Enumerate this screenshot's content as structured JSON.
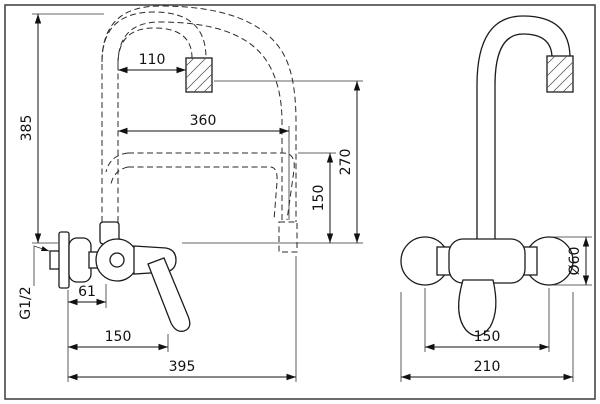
{
  "drawing": {
    "side_view": {
      "dims": {
        "total_height": "385",
        "spout_raised_offset": "110",
        "spout_reach": "360",
        "raised_outlet_height": "270",
        "low_outlet_height": "150",
        "wall_offset": "61",
        "thread": "G1/2",
        "handle_depth": "150",
        "total_depth": "395"
      }
    },
    "front_view": {
      "dims": {
        "escutcheon_diameter": "Ø60",
        "centers_distance": "150",
        "total_width": "210"
      }
    }
  }
}
